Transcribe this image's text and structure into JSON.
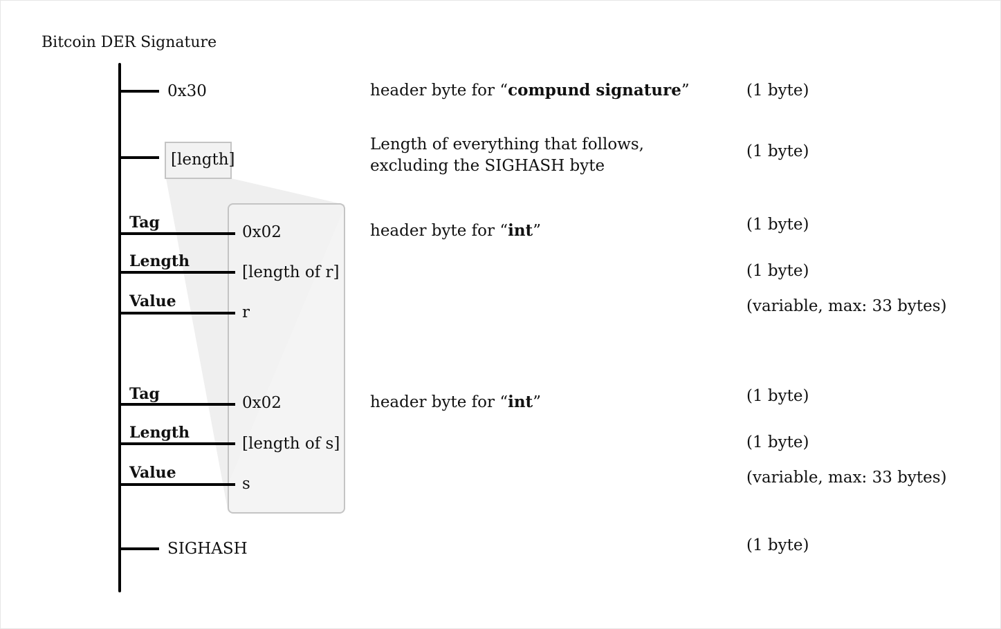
{
  "title": "Bitcoin DER Signature",
  "rows": [
    {
      "field": "0x30",
      "desc_pre": "header byte for “",
      "desc_bold": "compund signature",
      "desc_post": "”",
      "size": "(1 byte)"
    },
    {
      "field": "[length]",
      "desc": "Length of everything that follows, excluding the SIGHASH byte",
      "size": "(1 byte)"
    },
    {
      "tag": "Tag",
      "field": "0x02",
      "desc_pre": "header byte for “",
      "desc_bold": "int",
      "desc_post": "”",
      "size": "(1 byte)"
    },
    {
      "tag": "Length",
      "field": "[length of r]",
      "size": "(1 byte)"
    },
    {
      "tag": "Value",
      "field": "r",
      "size": "(variable, max: 33 bytes)"
    },
    {
      "tag": "Tag",
      "field": "0x02",
      "desc_pre": "header byte for “",
      "desc_bold": "int",
      "desc_post": "”",
      "size": "(1 byte)"
    },
    {
      "tag": "Length",
      "field": "[length of s]",
      "size": "(1 byte)"
    },
    {
      "tag": "Value",
      "field": "s",
      "size": "(variable, max: 33 bytes)"
    },
    {
      "field": "SIGHASH",
      "size": "(1 byte)"
    }
  ],
  "colors": {
    "ink": "#111111",
    "box_fill": "#f2f2f2",
    "box_stroke": "#c4c4c4",
    "cone_fill": "#eeeeee"
  }
}
